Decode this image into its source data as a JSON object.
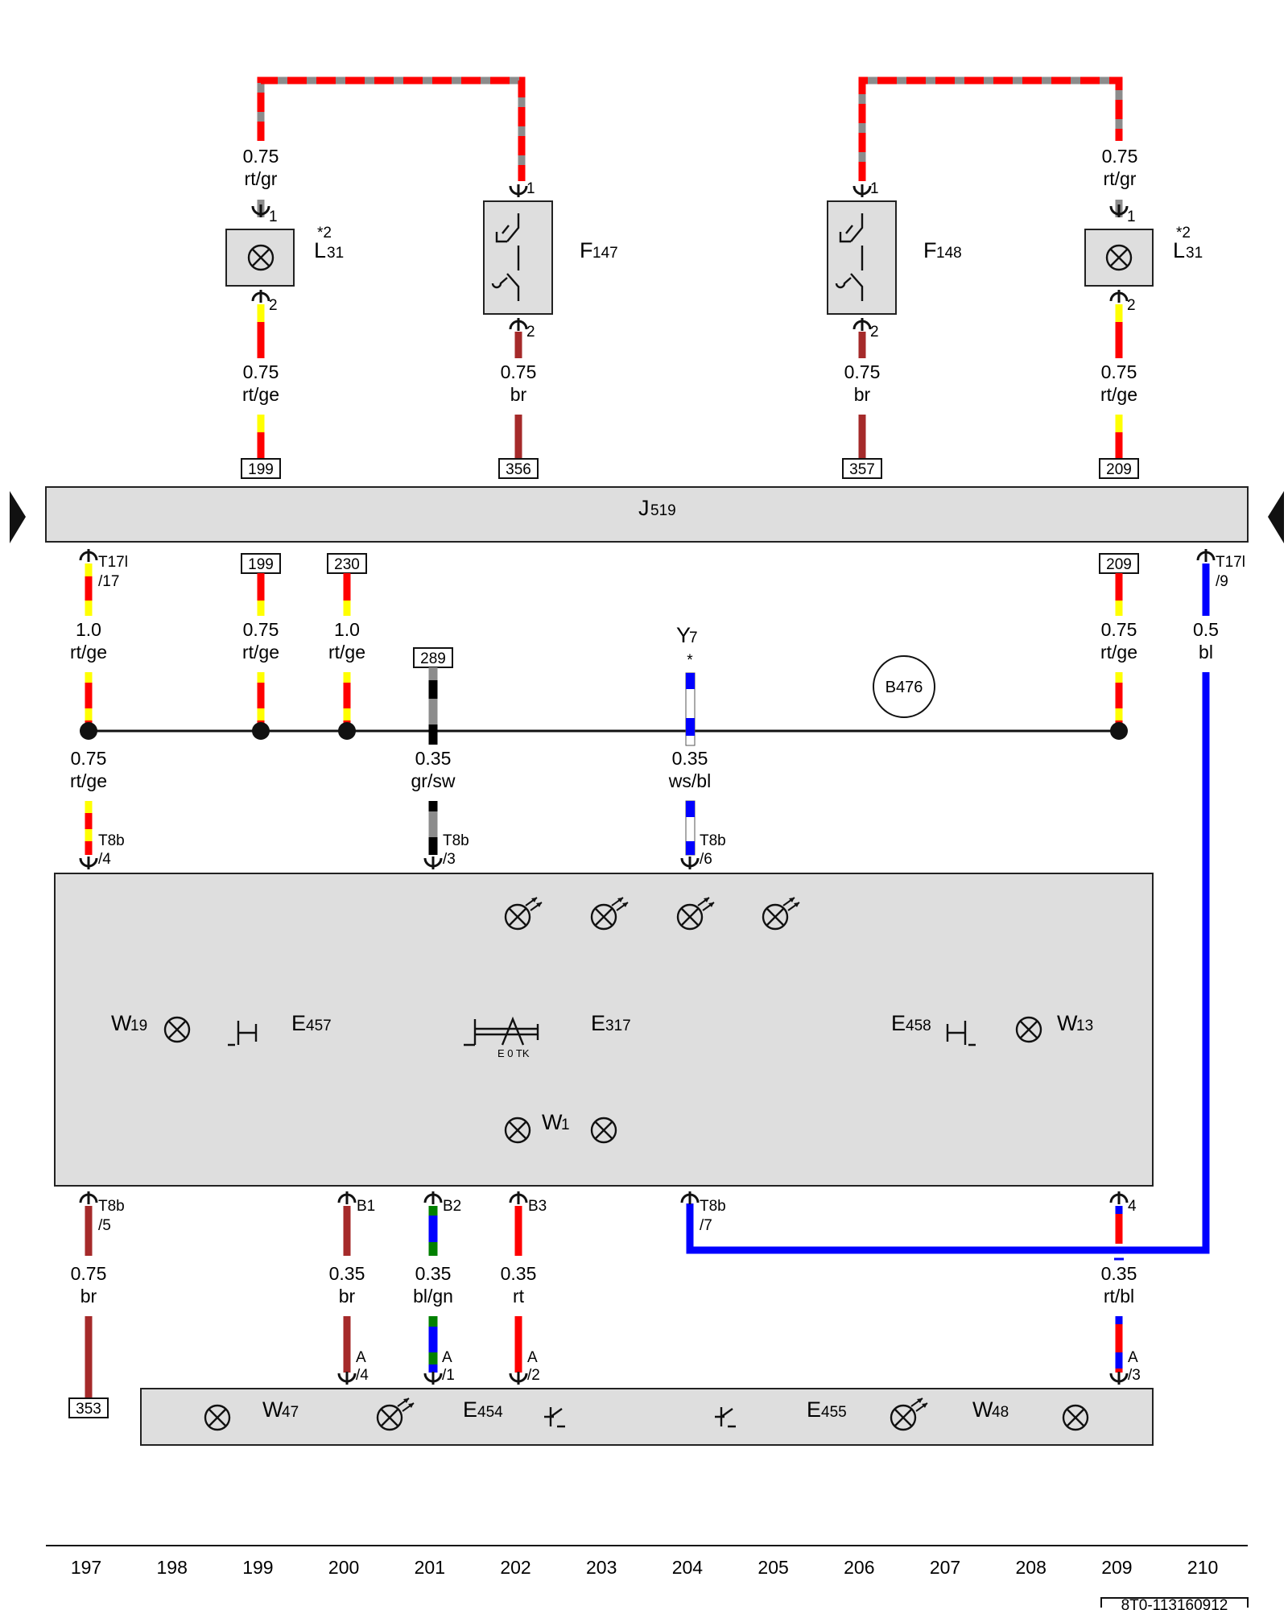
{
  "bus": {
    "label_main": "J",
    "label_sub": "519",
    "arrow_left_icon": "triangle-left-icon",
    "arrow_right_icon": "triangle-right-icon"
  },
  "top_components": [
    {
      "id": "l31-left",
      "main": "L",
      "sub": "31",
      "note": "*2"
    },
    {
      "id": "f147",
      "main": "F",
      "sub": "147"
    },
    {
      "id": "f148",
      "main": "F",
      "sub": "148"
    },
    {
      "id": "l31-right",
      "main": "L",
      "sub": "31",
      "note": "*2"
    }
  ],
  "top_wires": [
    {
      "size": "0.75",
      "color": "rt/gr"
    },
    {
      "size": "0.75",
      "color": "rt/gr"
    },
    {
      "size": "0.75",
      "color": "rt/ge"
    },
    {
      "size": "0.75",
      "color": "br"
    },
    {
      "size": "0.75",
      "color": "br"
    },
    {
      "size": "0.75",
      "color": "rt/ge"
    }
  ],
  "top_pins": [
    "1",
    "2",
    "1",
    "2",
    "1",
    "2",
    "1",
    "2"
  ],
  "top_refs": [
    "199",
    "356",
    "357",
    "209"
  ],
  "mid_refs": [
    "199",
    "230",
    "209",
    "289"
  ],
  "mid_connectors": [
    {
      "name": "T17l",
      "pin": "/17"
    },
    {
      "name": "T17l",
      "pin": "/9"
    }
  ],
  "mid_wires": [
    {
      "size": "1.0",
      "color": "rt/ge"
    },
    {
      "size": "0.75",
      "color": "rt/ge"
    },
    {
      "size": "1.0",
      "color": "rt/ge"
    },
    {
      "size": "0.75",
      "color": "rt/ge"
    },
    {
      "size": "0.5",
      "color": "bl"
    }
  ],
  "y7": {
    "main": "Y",
    "sub": "7",
    "note": "*"
  },
  "b476": "B476",
  "lower_wires": [
    {
      "size": "0.75",
      "color": "rt/ge"
    },
    {
      "size": "0.35",
      "color": "gr/sw"
    },
    {
      "size": "0.35",
      "color": "ws/bl"
    }
  ],
  "t8b_top": [
    {
      "name": "T8b",
      "pin": "/4"
    },
    {
      "name": "T8b",
      "pin": "/3"
    },
    {
      "name": "T8b",
      "pin": "/6"
    }
  ],
  "big_module": {
    "labels": [
      {
        "main": "W",
        "sub": "19"
      },
      {
        "main": "E",
        "sub": "457"
      },
      {
        "main": "E",
        "sub": "317"
      },
      {
        "main": "E",
        "sub": "458"
      },
      {
        "main": "W",
        "sub": "13"
      },
      {
        "main": "W",
        "sub": "1"
      }
    ],
    "switch_positions": "E  0  TK"
  },
  "bottom_connectors": [
    {
      "name": "T8b",
      "pin": "/5"
    },
    {
      "name": "B1",
      "pin": ""
    },
    {
      "name": "B2",
      "pin": ""
    },
    {
      "name": "B3",
      "pin": ""
    },
    {
      "name": "T8b",
      "pin": "/7"
    },
    {
      "name": "4",
      "pin": ""
    }
  ],
  "bottom_wires": [
    {
      "size": "0.75",
      "color": "br"
    },
    {
      "size": "0.35",
      "color": "br"
    },
    {
      "size": "0.35",
      "color": "bl/gn"
    },
    {
      "size": "0.35",
      "color": "rt"
    },
    {
      "size": "0.35",
      "color": "rt/bl"
    }
  ],
  "a_connectors": [
    {
      "name": "A",
      "pin": "/4"
    },
    {
      "name": "A",
      "pin": "/1"
    },
    {
      "name": "A",
      "pin": "/2"
    },
    {
      "name": "A",
      "pin": "/3"
    }
  ],
  "ref_353": "353",
  "bottom_module": {
    "labels": [
      {
        "main": "W",
        "sub": "47"
      },
      {
        "main": "E",
        "sub": "454"
      },
      {
        "main": "E",
        "sub": "455"
      },
      {
        "main": "W",
        "sub": "48"
      }
    ]
  },
  "footer": {
    "columns": [
      "197",
      "198",
      "199",
      "200",
      "201",
      "202",
      "203",
      "204",
      "205",
      "206",
      "207",
      "208",
      "209",
      "210"
    ],
    "doc_id": "8T0-113160912"
  },
  "colors": {
    "rt": "#ff0000",
    "ge": "#ffff00",
    "gr": "#8c8c8c",
    "br": "#a52a2a",
    "bl": "#0000ff",
    "gn": "#008000",
    "sw": "#000000",
    "ws": "#ffffff",
    "box_fill": "#dedede"
  }
}
